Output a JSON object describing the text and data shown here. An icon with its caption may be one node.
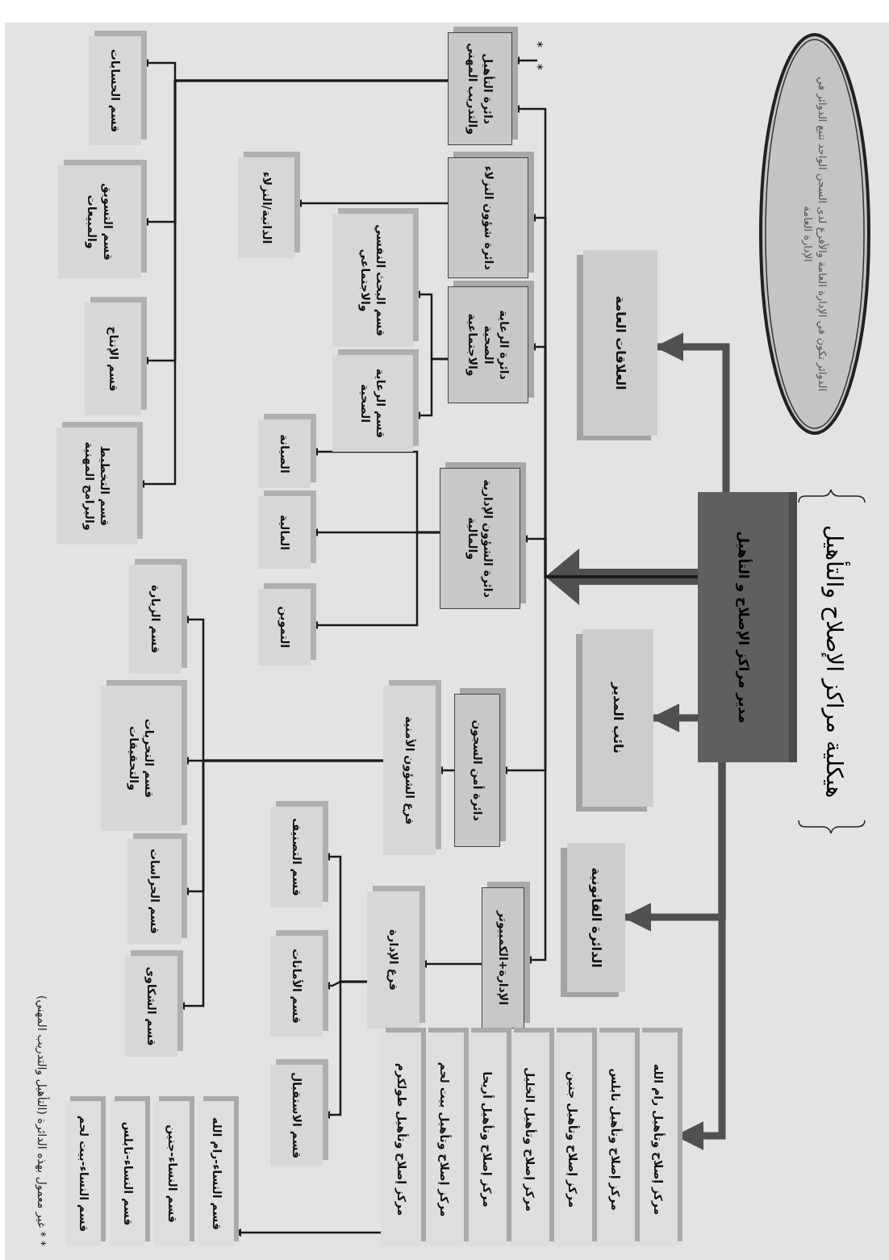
{
  "diagram": {
    "title": "هيكلية مراكز الإصلاح والتأهيل",
    "nodes": [
      {
        "text": [
          "الدوائر تكون في الإدارة العامة والأفرع لدى السجن الواحد تتبع الدوائر في الإدارة العامة"
        ]
      },
      {
        "text": [
          "مدير مراكز الإصلاح و التأهيل"
        ]
      },
      {
        "text": [
          "العلاقات العامة"
        ]
      },
      {
        "text": [
          "نائب المدير"
        ]
      },
      {
        "text": [
          "الدائرة القانونية"
        ]
      },
      {
        "text": [
          "دائرة التأهيل والتدريب المهني"
        ],
        "beside": [
          "*",
          "*"
        ]
      },
      {
        "text": [
          "دائرة شؤون النزلاء"
        ]
      },
      {
        "text": [
          "دائرة الرعاية الصحية والاجتماعية"
        ]
      },
      {
        "text": [
          "دائرة الشؤون الإدارية والمالية"
        ]
      },
      {
        "text": [
          "دائرة أمن السجون"
        ]
      },
      {
        "text": [
          "الإدارة+الكمبيوتر"
        ]
      },
      {
        "text": [
          "فرع الشؤون الأمنية"
        ]
      },
      {
        "text": [
          "فرع الإدارة"
        ]
      },
      {
        "text": [
          "قسم الحسابات"
        ]
      },
      {
        "text": [
          "قسم التسويق والمبيعات"
        ]
      },
      {
        "text": [
          "قسم الإنتاج"
        ]
      },
      {
        "text": [
          "قسم التخطيط والبرامج المهنية"
        ]
      },
      {
        "text": [
          "الذاتية/النزلاء"
        ]
      },
      {
        "text": [
          "قسم البحث النفسي والاجتماعي"
        ]
      },
      {
        "text": [
          "قسم الرعاية الصحية"
        ]
      },
      {
        "text": [
          "الصيانة"
        ]
      },
      {
        "text": [
          "المالية"
        ]
      },
      {
        "text": [
          "التموين"
        ]
      },
      {
        "text": [
          "قسم الزيارة"
        ]
      },
      {
        "text": [
          "قسم التحريات والتحقيقات"
        ]
      },
      {
        "text": [
          "قسم الحراسات"
        ]
      },
      {
        "text": [
          "قسم الشكاوى"
        ]
      },
      {
        "text": [
          "قسم التصنيف"
        ]
      },
      {
        "text": [
          "قسم الأمانات"
        ]
      },
      {
        "text": [
          "قسم الاستقبال"
        ]
      },
      {
        "text": [
          "مركز إصلاح وتأهيل رام الله"
        ]
      },
      {
        "text": [
          "مركز إصلاح وتأهيل نابلس"
        ]
      },
      {
        "text": [
          "مركز إصلاح وتأهيل جنين"
        ]
      },
      {
        "text": [
          "مركز إصلاح وتأهيل الخليل"
        ]
      },
      {
        "text": [
          "مركز إصلاح وتأهيل أريحا"
        ]
      },
      {
        "text": [
          "مركز إصلاح وتأهيل بيت لحم"
        ]
      },
      {
        "text": [
          "مركز إصلاح وتأهيل طولكرم"
        ]
      },
      {
        "text": [
          "قسم النساء-رام الله"
        ]
      },
      {
        "text": [
          "قسم النساء-جنين"
        ]
      },
      {
        "text": [
          "قسم النساء-نابلس"
        ]
      },
      {
        "text": [
          "قسم النساء-بيت لحم"
        ]
      }
    ],
    "edges": [
      {
        "from": 1,
        "to": 2,
        "arrow": "to",
        "style": "thick",
        "color": "#505050"
      },
      {
        "from": 1,
        "to": 3,
        "arrow": "to",
        "style": "thick",
        "color": "#505050"
      },
      {
        "from": 1,
        "to": 4,
        "arrow": "to",
        "style": "thick",
        "color": "#505050"
      },
      {
        "from": 1,
        "to": 30,
        "arrow": "to",
        "style": "thick",
        "color": "#505050"
      },
      {
        "from": 1,
        "to": 5,
        "arrow": "to"
      },
      {
        "from": 1,
        "to": 6,
        "arrow": "to"
      },
      {
        "from": 1,
        "to": 7,
        "arrow": "to"
      },
      {
        "from": 1,
        "to": 8,
        "arrow": "to"
      },
      {
        "from": 1,
        "to": 9,
        "arrow": "to"
      },
      {
        "from": 1,
        "to": 10,
        "arrow": "to"
      },
      {
        "from": 5,
        "to": 13,
        "arrow": "to"
      },
      {
        "from": 5,
        "to": 14,
        "arrow": "to"
      },
      {
        "from": 5,
        "to": 15,
        "arrow": "to"
      },
      {
        "from": 5,
        "to": 16,
        "arrow": "to"
      },
      {
        "from": 6,
        "to": 17,
        "arrow": "to"
      },
      {
        "from": 7,
        "to": 18,
        "arrow": "to"
      },
      {
        "from": 7,
        "to": 19,
        "arrow": "to"
      },
      {
        "from": 8,
        "to": 20,
        "arrow": "to"
      },
      {
        "from": 8,
        "to": 21,
        "arrow": "to"
      },
      {
        "from": 8,
        "to": 22,
        "arrow": "to"
      },
      {
        "from": 9,
        "to": 11,
        "arrow": "to"
      },
      {
        "from": 11,
        "to": 23,
        "arrow": "to"
      },
      {
        "from": 11,
        "to": 24,
        "arrow": "to"
      },
      {
        "from": 11,
        "to": 25,
        "arrow": "to"
      },
      {
        "from": 11,
        "to": 26,
        "arrow": "to"
      },
      {
        "from": 10,
        "to": 12,
        "arrow": "to"
      },
      {
        "from": 12,
        "to": 27,
        "arrow": "to"
      },
      {
        "from": 12,
        "to": 28,
        "arrow": "to"
      },
      {
        "from": 12,
        "to": 29,
        "arrow": "to"
      },
      {
        "from": 36,
        "to": 37,
        "arrow": "to"
      },
      {
        "from": null,
        "to": 5,
        "arrow": "to"
      }
    ],
    "labels": [
      "* * غير معمول بهذه الدائرة (التأهيل والتدريب المهني)"
    ]
  }
}
